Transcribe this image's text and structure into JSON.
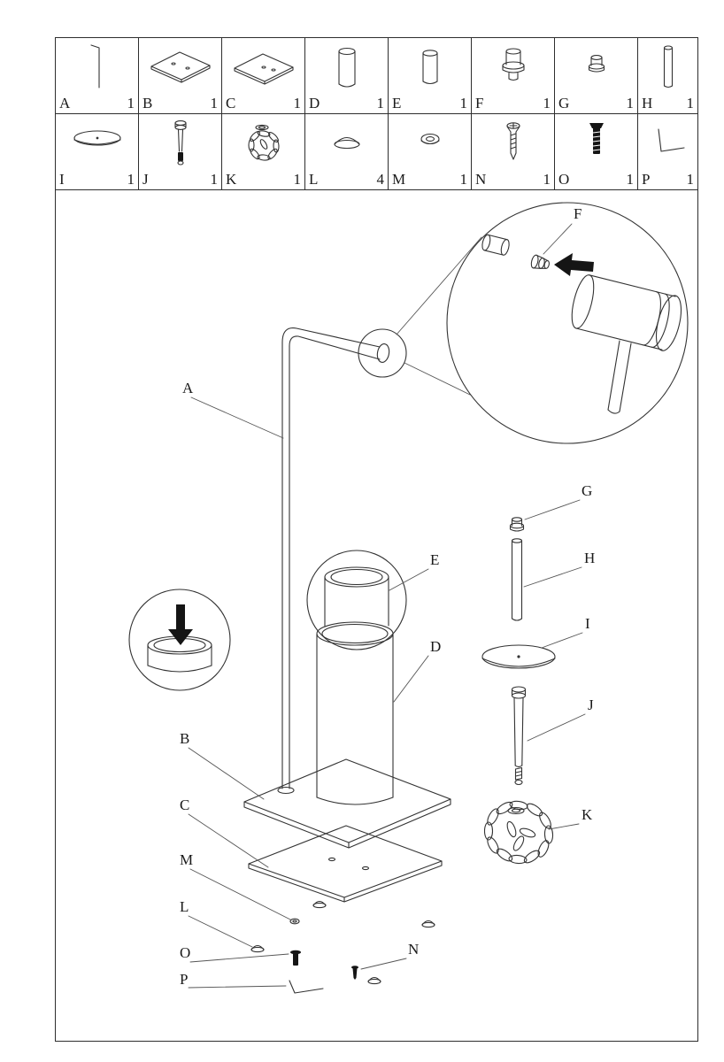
{
  "parts_table": {
    "row1": [
      {
        "letter": "A",
        "qty": "1",
        "icon": "bent-pin-icon"
      },
      {
        "letter": "B",
        "qty": "1",
        "icon": "mounting-plate-icon"
      },
      {
        "letter": "C",
        "qty": "1",
        "icon": "base-plate-icon"
      },
      {
        "letter": "D",
        "qty": "1",
        "icon": "outer-canister-icon"
      },
      {
        "letter": "E",
        "qty": "1",
        "icon": "inner-cup-icon"
      },
      {
        "letter": "F",
        "qty": "1",
        "icon": "tube-end-cap-icon"
      },
      {
        "letter": "G",
        "qty": "1",
        "icon": "small-cap-icon"
      },
      {
        "letter": "H",
        "qty": "1",
        "icon": "connector-rod-icon"
      }
    ],
    "row2": [
      {
        "letter": "I",
        "qty": "1",
        "icon": "lid-disc-icon"
      },
      {
        "letter": "J",
        "qty": "1",
        "icon": "brush-handle-icon"
      },
      {
        "letter": "K",
        "qty": "1",
        "icon": "brush-head-icon"
      },
      {
        "letter": "L",
        "qty": "4",
        "icon": "dome-cap-icon"
      },
      {
        "letter": "M",
        "qty": "1",
        "icon": "washer-icon"
      },
      {
        "letter": "N",
        "qty": "1",
        "icon": "screw-icon"
      },
      {
        "letter": "O",
        "qty": "1",
        "icon": "black-bolt-icon"
      },
      {
        "letter": "P",
        "qty": "1",
        "icon": "allen-key-icon"
      }
    ]
  },
  "diagram": {
    "labels": {
      "a": "A",
      "b": "B",
      "c": "C",
      "d": "D",
      "e": "E",
      "f": "F",
      "g": "G",
      "h": "H",
      "i": "I",
      "j": "J",
      "k": "K",
      "l": "L",
      "m": "M",
      "n": "N",
      "o": "O",
      "p": "P"
    }
  }
}
